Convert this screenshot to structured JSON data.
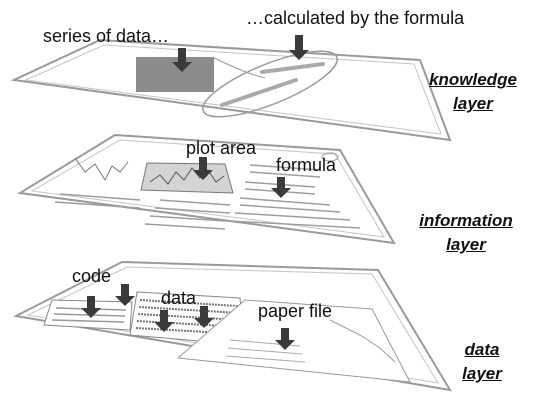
{
  "layers": {
    "knowledge": {
      "line1": "knowledge",
      "line2": "layer"
    },
    "information": {
      "line1": "information",
      "line2": "layer"
    },
    "data": {
      "line1": "data",
      "line2": "layer"
    }
  },
  "labels": {
    "series": "series of data…",
    "calculated": "…calculated by the formula",
    "plot_area": "plot area",
    "formula": "formula",
    "code": "code",
    "data": "data",
    "paper_file": "paper file"
  },
  "colors": {
    "arrow": "#3a3a3a",
    "sheet_border": "#8a8a8a",
    "highlight": "#8c8c8c"
  }
}
